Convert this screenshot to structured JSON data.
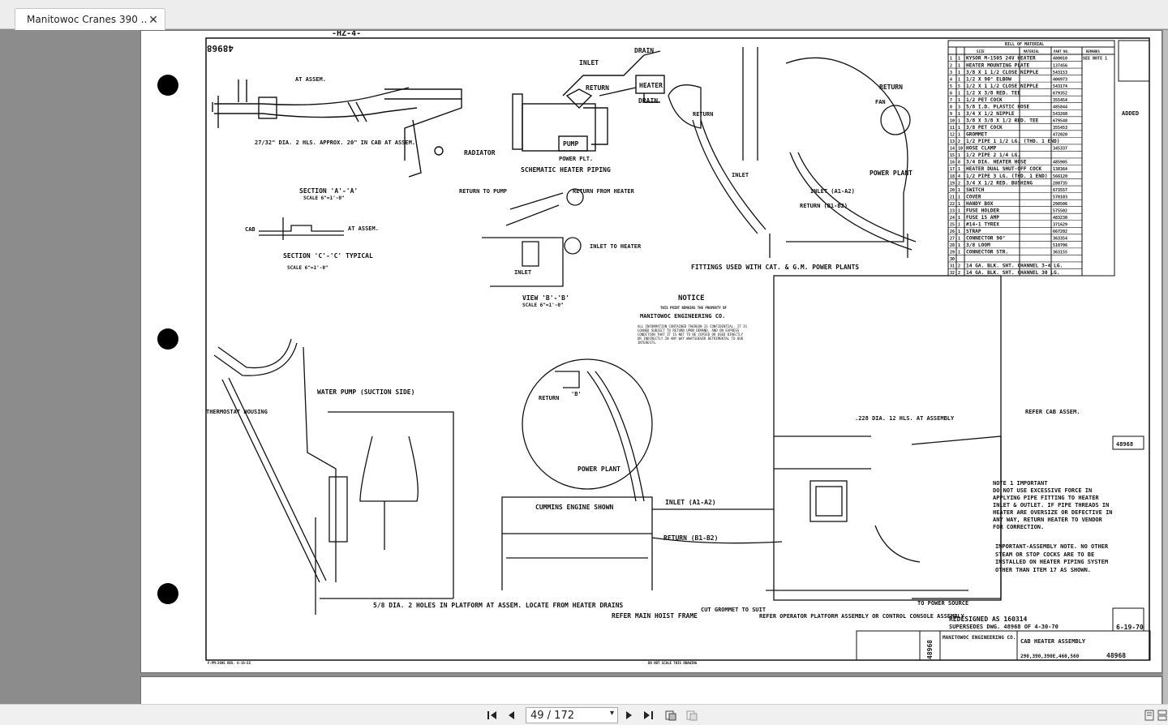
{
  "tab": {
    "title": "Manitowoc Cranes 390 ...",
    "close_label": "✕"
  },
  "toolbar": {
    "page_indicator": "49 / 172",
    "icons": [
      "first-page-icon",
      "prev-page-icon",
      "next-page-icon",
      "last-page-icon",
      "fit-page-icon",
      "rotate-icon",
      "single-page-icon",
      "continuous-page-icon"
    ]
  },
  "drawing": {
    "top_number": "-HZ-4-",
    "drawing_number_corner": "48968",
    "bill_title": "BILL OF MATERIAL",
    "bill_headers": [
      "SIZE",
      "MATERIAL",
      "PART NO.",
      "REMARKS"
    ],
    "bill_items": [
      "1 | 1 | KYSOR M-1505 24V HEATER | 480010 | SEE NOTE 1",
      "2 | 1 | HEATER MOUNTING PLATE | 137456 |",
      "3 | 1 | 3/8 X 1 1/2 CLOSE NIPPLE | 543153 |",
      "4 | 1 | 1/2 X 90° ELBOW | 406973 |",
      "5 | 5 | 1/2 X 1 1/2 CLOSE NIPPLE | 543174 |",
      "6 | 1 | 1/2 X 3/8 RED. TEE | 679352 |",
      "7 | 1 | 1/2 PET COCK | 355454 |",
      "8 | 3 | 5/8 I.D. PLASTIC HOSE | 485844 |",
      "9 | 1 | 3/4 X 1/2 NIPPLE | 543260 |",
      "10 | 1 | 3/8 X 3/8 X 1/2 RED. TEE | 679548 |",
      "11 | 1 | 3/8 PET COCK | 355453 |",
      "12 | 1 | GROMMET | 472020 |",
      "13 | 2 | 1/2 PIPE 1 1/2 LG. (THD. 1 END) |  |",
      "14 | 10 | HOSE CLAMP | 345337 |",
      "15 | 1 | 1/2 PIPE 2 1/4 LG. |  |",
      "16 | 8 | 3/4 DIA. HEATER HOSE | 485905 |",
      "17 | 1 | HEATER DUAL SHUT-OFF COCK | 138364 |",
      "18 | 4 | 1/2 PIPE 3 LG. (THD. 1 END) | 566120 |",
      "19 | 2 | 3/4 X 1/2 RED. BUSHING | 288735 |",
      "20 | 1 | SWITCH | 673557 |",
      "21 | 1 | COVER | 570103 |",
      "22 | 1 | HANDY BOX | 298506 |",
      "23 | 1 | FUSE HOLDER | 575502 |",
      "24 | 1 | FUSE 15 AMP | 483230 |",
      "25 | 1 | #14-1 TYREX | 371629 |",
      "26 | 1 | STRAP | 667202 |",
      "27 | 1 | CONNECTOR 90° | 363354 |",
      "28 | 1 | 3/8 LOOM | 510706 |",
      "29 | 1 | CONNECTOR STR. | 363155 |",
      "30 |  |  |  |",
      "31 | 2 | 14 GA. BLK. SHT. CHANNEL 3-4 LG. |  |",
      "32 | 2 | 14 GA. BLK. SHT. CHANNEL 30 LG. |  |"
    ],
    "labels": {
      "at_assem": "AT ASSEM.",
      "holes_note": "27/32\" DIA. 2 HLS. APPROX. 20\" IN CAB AT ASSEM.",
      "section_aa": "SECTION 'A'-'A'",
      "scale_aa": "SCALE 6\"=1'-0\"",
      "cab": "CAB",
      "at_assem2": "AT ASSEM.",
      "section_cc": "SECTION 'C'-'C' TYPICAL",
      "scale_cc": "SCALE 6\"=1'-0\"",
      "inlet": "INLET",
      "drain": "DRAIN",
      "return": "RETURN",
      "heater": "HEATER",
      "drain2": "DRAIN",
      "radiator": "RADIATOR",
      "pump": "PUMP",
      "power_plt": "POWER PLT.",
      "schematic": "SCHEMATIC HEATER PIPING",
      "return_to_pump": "RETURN TO PUMP",
      "return_from_heater": "RETURN FROM HEATER",
      "inlet_to_heater": "INLET TO HEATER",
      "inlet2": "INLET",
      "view_bb": "VIEW 'B'-'B'",
      "scale_bb": "SCALE 6\"=1'-0\"",
      "return_vert": "RETURN",
      "inlet_vert": "INLET",
      "fan": "FAN",
      "return3": "RETURN",
      "power_plant": "POWER PLANT",
      "inlet_a1a2": "INLET (A1-A2)",
      "return_b1b2": "RETURN (B1-B2)",
      "fittings_note": "FITTINGS USED WITH CAT. & G.M. POWER PLANTS",
      "notice": "NOTICE",
      "notice_line": "THIS PRINT REMAINS THE PROPERTY OF",
      "manitowoc": "MANITOWOC ENGINEERING CO.",
      "notice_body": "ALL INFORMATION CONTAINED THEREON IS CONFIDENTIAL. IT IS LOANED SUBJECT TO RETURN UPON DEMAND, AND ON EXPRESS CONDITION THAT IT IS NOT TO BE COPIED OR USED DIRECTLY OR INDIRECTLY IN ANY WAY WHATSOEVER DETRIMENTAL TO OUR INTERESTS.",
      "water_pump": "WATER PUMP (SUCTION SIDE)",
      "thermostat": "THERMOSTAT HOUSING",
      "return4": "RETURN",
      "b_label": "'B'",
      "power_plant2": "POWER PLANT",
      "cummins": "CUMMINS ENGINE SHOWN",
      "inlet_a1a2_2": "INLET (A1-A2)",
      "return_b1b2_2": "RETURN (B1-B2)",
      "holes_platform": "5/8 DIA. 2 HOLES IN PLATFORM AT ASSEM. LOCATE FROM HEATER DRAINS",
      "refer_main": "REFER MAIN HOIST FRAME",
      "dia_holes": ".228 DIA. 12 HLS. AT ASSEMBLY",
      "refer_cab": "REFER CAB ASSEM.",
      "cut_grommet": "CUT GROMMET TO SUIT",
      "refer_operator": "REFER OPERATOR PLATFORM ASSEMBLY OR CONTROL CONSOLE ASSEMBLY",
      "to_power": "TO POWER SOURCE",
      "note1": "NOTE 1 IMPORTANT",
      "note1_body": "DO NOT USE EXCESSIVE FORCE IN APPLYING PIPE FITTING TO HEATER INLET & OUTLET. IF PIPE THREADS IN HEATER ARE OVERSIZE OR DEFECTIVE IN ANY WAY, RETURN HEATER TO VENDOR FOR CORRECTION.",
      "important_note": "IMPORTANT-ASSEMBLY NOTE. NO OTHER STEAM OR STOP COCKS ARE TO BE INSTALLED ON HEATER PIPING SYSTEM OTHER THAN ITEM 17 AS SHOWN.",
      "redesigned": "REDESIGNED AS 160314",
      "supersedes": "SUPERSEDES DWG. 48968 OF 4-30-70",
      "added": "ADDED",
      "dwg_no": "48968",
      "date": "6-19-70",
      "title_company": "MANITOWOC ENGINEERING CO.",
      "title_name": "CAB HEATER ASSEMBLY",
      "title_models": "290,390,390E,460,560",
      "title_dwg": "48968",
      "title_dwg_vert": "48968",
      "not_scale": "DO NOT SCALE THIS DRAWING",
      "bottom_small": "F-PM-2695 REV. 8-16-55"
    }
  }
}
